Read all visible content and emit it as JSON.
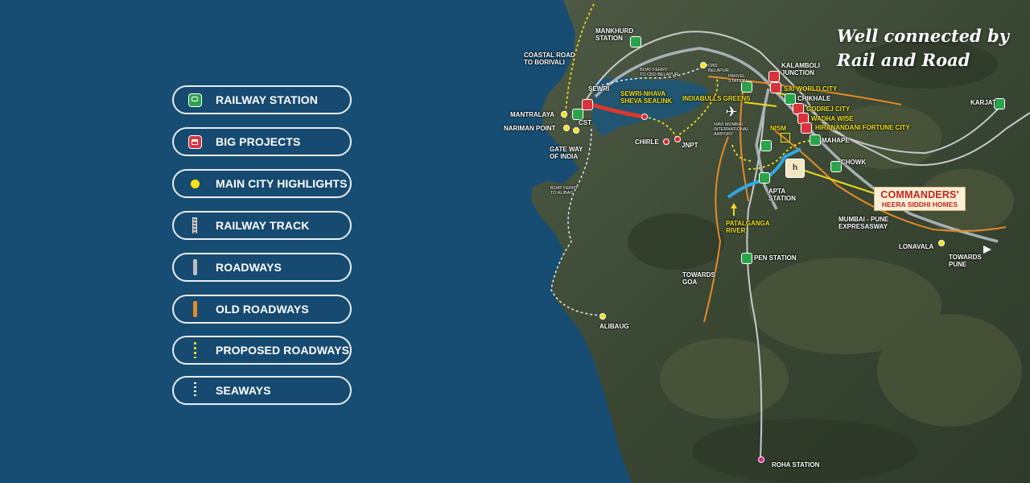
{
  "headline": {
    "line1": "Well connected by",
    "line2": "Rail and Road"
  },
  "legend": [
    {
      "label": "RAILWAY STATION",
      "icon": "railway-station-icon"
    },
    {
      "label": "BIG PROJECTS",
      "icon": "big-projects-icon"
    },
    {
      "label": "MAIN CITY HIGHLIGHTS",
      "icon": "city-highlight-dot-icon"
    },
    {
      "label": "RAILWAY TRACK",
      "icon": "railway-track-icon"
    },
    {
      "label": "ROADWAYS",
      "icon": "roadway-icon"
    },
    {
      "label": "OLD ROADWAYS",
      "icon": "old-roadway-icon"
    },
    {
      "label": "PROPOSED ROADWAYS",
      "icon": "proposed-roadway-icon"
    },
    {
      "label": "SEAWAYS",
      "icon": "seaway-icon"
    }
  ],
  "map_labels": {
    "mankhurd": "MANKHURD\nSTATION",
    "coastal_road": "COASTAL ROAD\nTO BORIVALI",
    "boat_ferry_belapur": "BOAT FERRY\nTO CBD BELAPUR",
    "cbd_belapur": "CBD\nBELAPUR",
    "panvel": "PANVEL\nSTATION",
    "kalamboli": "KALAMBOLI\nJUNCTION",
    "sai_world_city": "SAI WORLD CITY",
    "chikhale": "CHIKHALE",
    "indiabulls": "INDIABULLS GREENS",
    "godrej": "GODREJ CITY",
    "wadhwa": "WADHA WISE",
    "hiranandani": "HIRANANDANI FORTUNE CITY",
    "karjat": "KARJAT",
    "sewri": "SEWRI",
    "sealink": "SEWRI-NHAVA\nSHEVA SEALINK",
    "mantralaya": "MANTRALAYA",
    "cst": "CST",
    "nariman_point": "NARIMAN POINT",
    "gateway": "GATE WAY\nOF INDIA",
    "chirle": "CHIRLE",
    "jnpt": "JNPT",
    "navi_airport": "NAVI MUMBAI\nINTERNATIONAL\nAIRPORT",
    "nism": "NISM",
    "mahape": "MAHAPE",
    "chowk": "CHOWK",
    "apta": "APTA\nSTATION",
    "boat_ferry_alibag": "BOAT FERRY\nTO ALIBAG",
    "patalganga": "PATALGANGA\nRIVER",
    "expressway": "MUMBAI - PUNE\nEXPRESASWAY",
    "lonavala": "LONAVALA",
    "towards_pune": "TOWARDS\nPUNE",
    "pen": "PEN STATION",
    "towards_goa": "TOWARDS\nGOA",
    "alibaug": "ALIBAUG",
    "roha": "ROHA STATION"
  },
  "project": {
    "name": "COMMANDERS'",
    "subtitle": "HEERA SIDDHI HOMES",
    "logo_text": "h"
  },
  "colors": {
    "sea": "#174d73",
    "land": "#3c4a35",
    "railway_station": "#2aa44b",
    "big_project": "#d9333c",
    "highlight": "#f5e10f",
    "old_road": "#e58a2a",
    "road": "#b9bec3",
    "river": "#2ea8e8",
    "brand": "#c4271f"
  }
}
